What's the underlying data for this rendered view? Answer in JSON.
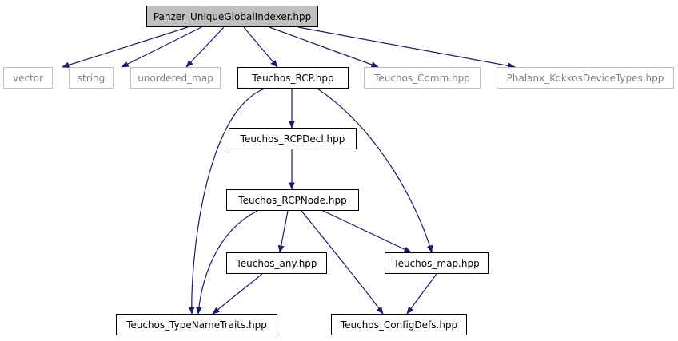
{
  "colors": {
    "edge": "#191970",
    "root_fill": "#bfbfbf",
    "node_border": "#000000",
    "external_border": "#bfbfbf",
    "external_text": "#7f7f7f"
  },
  "nodes": {
    "root": "Panzer_UniqueGlobalIndexer.hpp",
    "vector": "vector",
    "string": "string",
    "unordered_map": "unordered_map",
    "teuchos_rcp": "Teuchos_RCP.hpp",
    "teuchos_comm": "Teuchos_Comm.hpp",
    "phalanx_kokkos": "Phalanx_KokkosDeviceTypes.hpp",
    "teuchos_rcpdecl": "Teuchos_RCPDecl.hpp",
    "teuchos_rcpnode": "Teuchos_RCPNode.hpp",
    "teuchos_any": "Teuchos_any.hpp",
    "teuchos_map": "Teuchos_map.hpp",
    "teuchos_typenametraits": "Teuchos_TypeNameTraits.hpp",
    "teuchos_configdefs": "Teuchos_ConfigDefs.hpp"
  },
  "edges": [
    [
      "root",
      "vector"
    ],
    [
      "root",
      "string"
    ],
    [
      "root",
      "unordered_map"
    ],
    [
      "root",
      "teuchos_rcp"
    ],
    [
      "root",
      "teuchos_comm"
    ],
    [
      "root",
      "phalanx_kokkos"
    ],
    [
      "teuchos_rcp",
      "teuchos_rcpdecl"
    ],
    [
      "teuchos_rcp",
      "teuchos_typenametraits"
    ],
    [
      "teuchos_rcp",
      "teuchos_map"
    ],
    [
      "teuchos_rcpdecl",
      "teuchos_rcpnode"
    ],
    [
      "teuchos_rcpnode",
      "teuchos_any"
    ],
    [
      "teuchos_rcpnode",
      "teuchos_map"
    ],
    [
      "teuchos_rcpnode",
      "teuchos_typenametraits"
    ],
    [
      "teuchos_rcpnode",
      "teuchos_configdefs"
    ],
    [
      "teuchos_any",
      "teuchos_typenametraits"
    ],
    [
      "teuchos_map",
      "teuchos_configdefs"
    ]
  ]
}
